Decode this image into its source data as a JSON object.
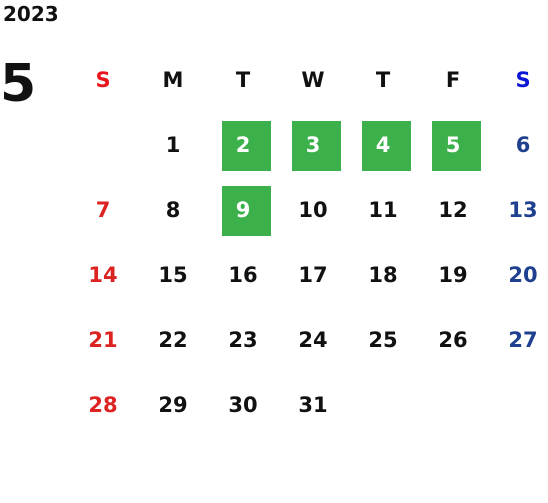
{
  "calendar": {
    "year": "2023",
    "month": "5",
    "weekdays": [
      "S",
      "M",
      "T",
      "W",
      "T",
      "F",
      "S"
    ],
    "weeks": [
      [
        "",
        "1",
        "2",
        "3",
        "4",
        "5",
        "6"
      ],
      [
        "7",
        "8",
        "9",
        "10",
        "11",
        "12",
        "13"
      ],
      [
        "14",
        "15",
        "16",
        "17",
        "18",
        "19",
        "20"
      ],
      [
        "21",
        "22",
        "23",
        "24",
        "25",
        "26",
        "27"
      ],
      [
        "28",
        "29",
        "30",
        "31",
        "",
        "",
        ""
      ]
    ],
    "highlighted_days": [
      "2",
      "3",
      "4",
      "5",
      "9"
    ]
  },
  "colors": {
    "highlight": "#3cb04a",
    "sunday": "#dd2222",
    "saturday": "#1f3f8f",
    "sunday_header": "#e8171d",
    "saturday_header": "#0c17d6",
    "text": "#111111"
  }
}
